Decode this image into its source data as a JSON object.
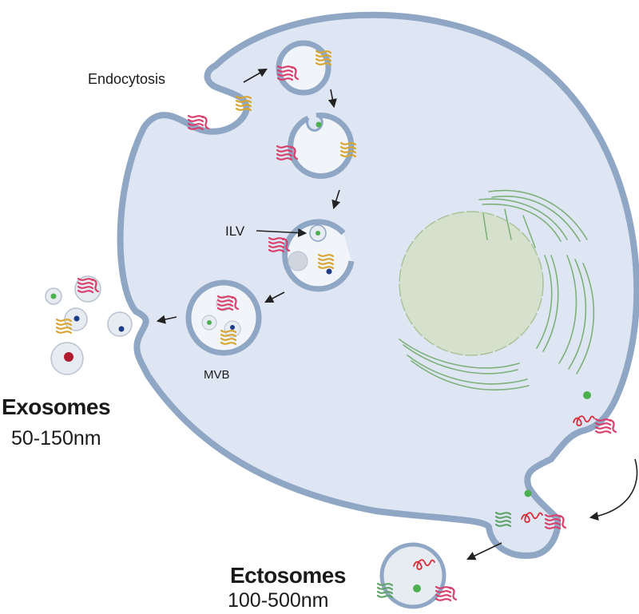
{
  "labels": {
    "endocytosis": "Endocytosis",
    "ilv": "ILV",
    "mvb": "MVB",
    "exosomes": {
      "title": "Exosomes",
      "size": "50-150nm"
    },
    "ectosomes": {
      "title": "Ectosomes",
      "size": "100-500nm"
    }
  },
  "colors": {
    "membrane": "#8fa7c4",
    "cytoplasm": "#dfe6f3",
    "vesicle_lumen": "#f1f4f9",
    "nucleus": "#d6e1cd",
    "er": "#7fb07a",
    "receptor_red": "#d83f6a",
    "receptor_gold": "#d8a530",
    "receptor_green": "#5fa36b",
    "cargo_green": "#4caf50",
    "cargo_blue": "#1f3c88",
    "cargo_darkred": "#b01c2e",
    "rna": "#d82b36",
    "arrow": "#222222"
  }
}
